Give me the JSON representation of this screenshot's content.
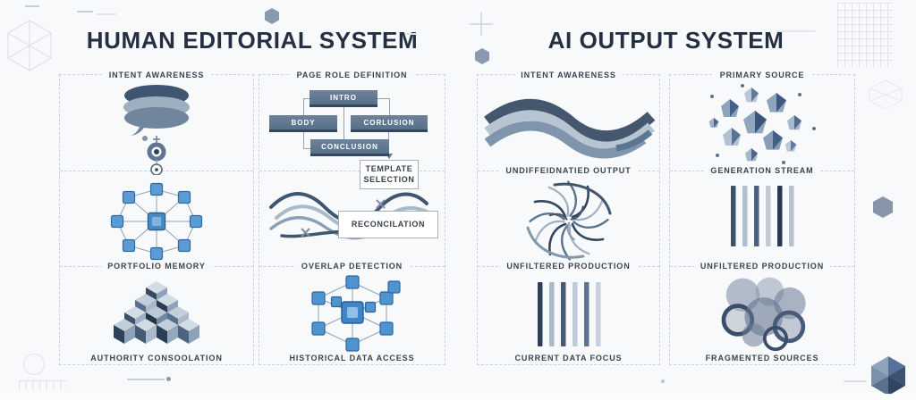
{
  "meta": {
    "background": "#f7f9fa",
    "title_color": "#242f42",
    "label_color": "#3a4350",
    "panel_border_color": "#c9d1da",
    "node_blue": "#4f93d0",
    "slate_dark": "#3e5670",
    "slate_mid": "#7f95ab",
    "slate_light": "#b6c3d1"
  },
  "human": {
    "title": "HUMAN EDITORIAL SYSTEM",
    "col1": {
      "label_top": "INTENT AWARENESS",
      "label_mid": "PORTFOLIO MEMORY",
      "label_bottom": "AUTHORITY CONSOOLATION",
      "icon_top": "message-stack-target-icon",
      "icon_mid": "radial-network-icon",
      "icon_bottom": "cube-pyramid-icon"
    },
    "col2": {
      "label_top": "PAGE ROLE DEFINITION",
      "label_mid": "OVERLAP DETECTION",
      "label_bottom": "HISTORICAL DATA ACCESS",
      "icon_mid": "overlapping-waves-icon",
      "icon_bottom": "cube-network-icon",
      "flow": {
        "intro": "INTRO",
        "body": "BODY",
        "right": "CORLUSION",
        "bottom": "CONCLUSION",
        "callout": "TEMPLATE SELECTION",
        "reconcile": "RECONCILATION"
      }
    }
  },
  "ai": {
    "title": "AI OUTPUT SYSTEM",
    "col1": {
      "label_top": "INTENT AWARENESS",
      "label_mid": "UNDIFFEIDNATIED OUTPUT",
      "label_lower": "UNFILTERED PRODUCTION",
      "label_bottom": "CURRENT DATA FOCUS",
      "icon_top": "wave-ribbon-icon",
      "icon_mid": "spiral-vortex-icon",
      "icon_bottom": "vertical-bars-icon"
    },
    "col2": {
      "label_top": "PRIMARY SOURCE",
      "label_mid": "GENERATION STREAM",
      "label_lower": "UNFILTERED PRODUCTION",
      "label_bottom": "FRAGMENTED SOURCES",
      "icon_top": "scattered-crystals-icon",
      "icon_mid": "vertical-bars-icon",
      "icon_bottom": "bubble-cluster-icon"
    }
  }
}
